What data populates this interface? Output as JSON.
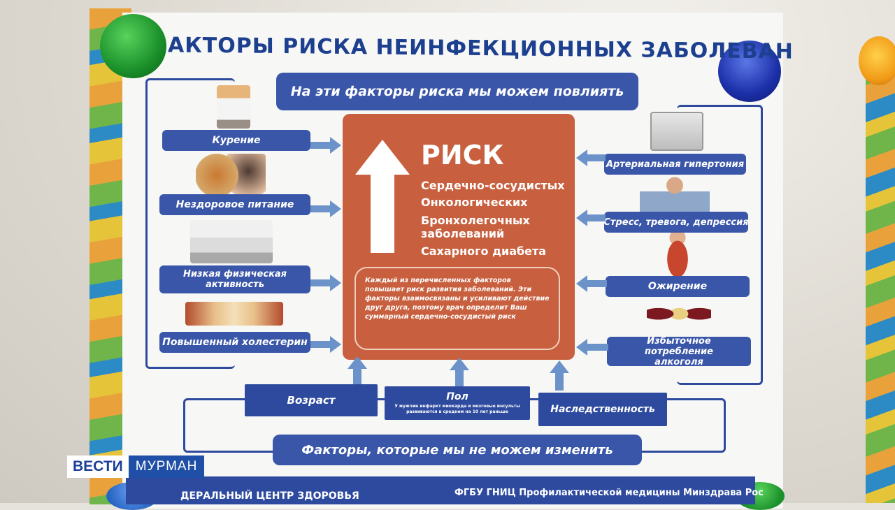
{
  "poster": {
    "title": "АКТОРЫ РИСКА НЕИНФЕКЦИОННЫХ ЗАБОЛЕВАН",
    "top_banner": "На эти факторы риска мы можем повлиять",
    "left_factors": [
      "Курение",
      "Нездоровое питание",
      "Низкая физическая активность",
      "Повышенный холестерин"
    ],
    "right_factors": [
      "Артериальная гипертония",
      "Стресс, тревога, депрессия",
      "Ожирение",
      "Избыточное потребление алкоголя"
    ],
    "risk": {
      "title": "РИСК",
      "items": [
        "Сердечно-сосудистых",
        "Онкологических",
        "Бронхолегочных заболеваний",
        "Сахарного диабета"
      ],
      "note": "Каждый из перечисленных факторов повышает риск развития заболеваний. Эти факторы взаимосвязаны и усиливают действие друг друга, поэтому врач определит Ваш суммарный сердечно-сосудистый риск"
    },
    "bottom_factors": {
      "age": "Возраст",
      "sex": "Пол",
      "sex_note": "У мужчин инфаркт миокарда и мозговые инсульты развиваются в среднем на 10 лет раньше",
      "heredity": "Наследственность"
    },
    "bottom_banner": "Факторы, которые мы не можем изменить",
    "footer_left": "ДЕРАЛЬНЫЙ ЦЕНТР ЗДОРОВЬЯ",
    "footer_right": "ФГБУ ГНИЦ Профилактической медицины Минздрава Рос"
  },
  "broadcast_logo": {
    "part1": "ВЕСТИ",
    "part2": "МУРМАН"
  },
  "colors": {
    "navy": "#2d4a9e",
    "risk_box": "#c8603f",
    "arrow": "#6b93c9"
  }
}
